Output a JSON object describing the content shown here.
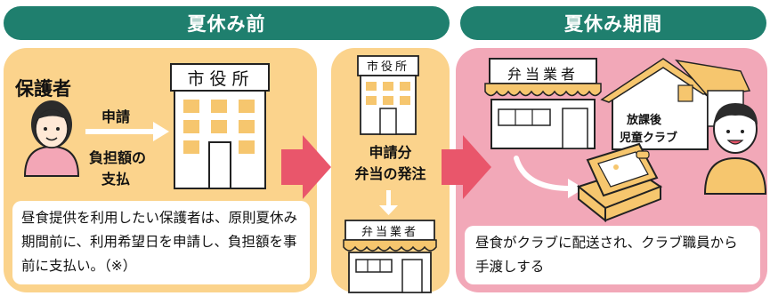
{
  "banners": {
    "before": "夏休み前",
    "during": "夏休み期間"
  },
  "panel1": {
    "guardian_label": "保護者",
    "arrow_top_label": "申請",
    "arrow_bottom_label_line1": "負担額の",
    "arrow_bottom_label_line2": "支払",
    "cityhall_sign": "市役所",
    "note": "昼食提供を利用したい保護者は、原則夏休み期間前に、利用希望日を申請し、負担額を事前に支払い。（※）"
  },
  "panel2": {
    "cityhall_sign": "市役所",
    "label_line1": "申請分",
    "label_line2": "弁当の発注",
    "shop_sign": "弁当業者"
  },
  "panel3": {
    "shop_sign": "弁当業者",
    "club_line1": "放課後",
    "club_line2": "児童クラブ",
    "note": "昼食がクラブに配送され、クラブ職員から手渡しする"
  },
  "colors": {
    "teal": "#1f7f6e",
    "yellow_panel": "#fbd38c",
    "pink_panel": "#f2a8b8",
    "arrow_red": "#e9566b"
  }
}
